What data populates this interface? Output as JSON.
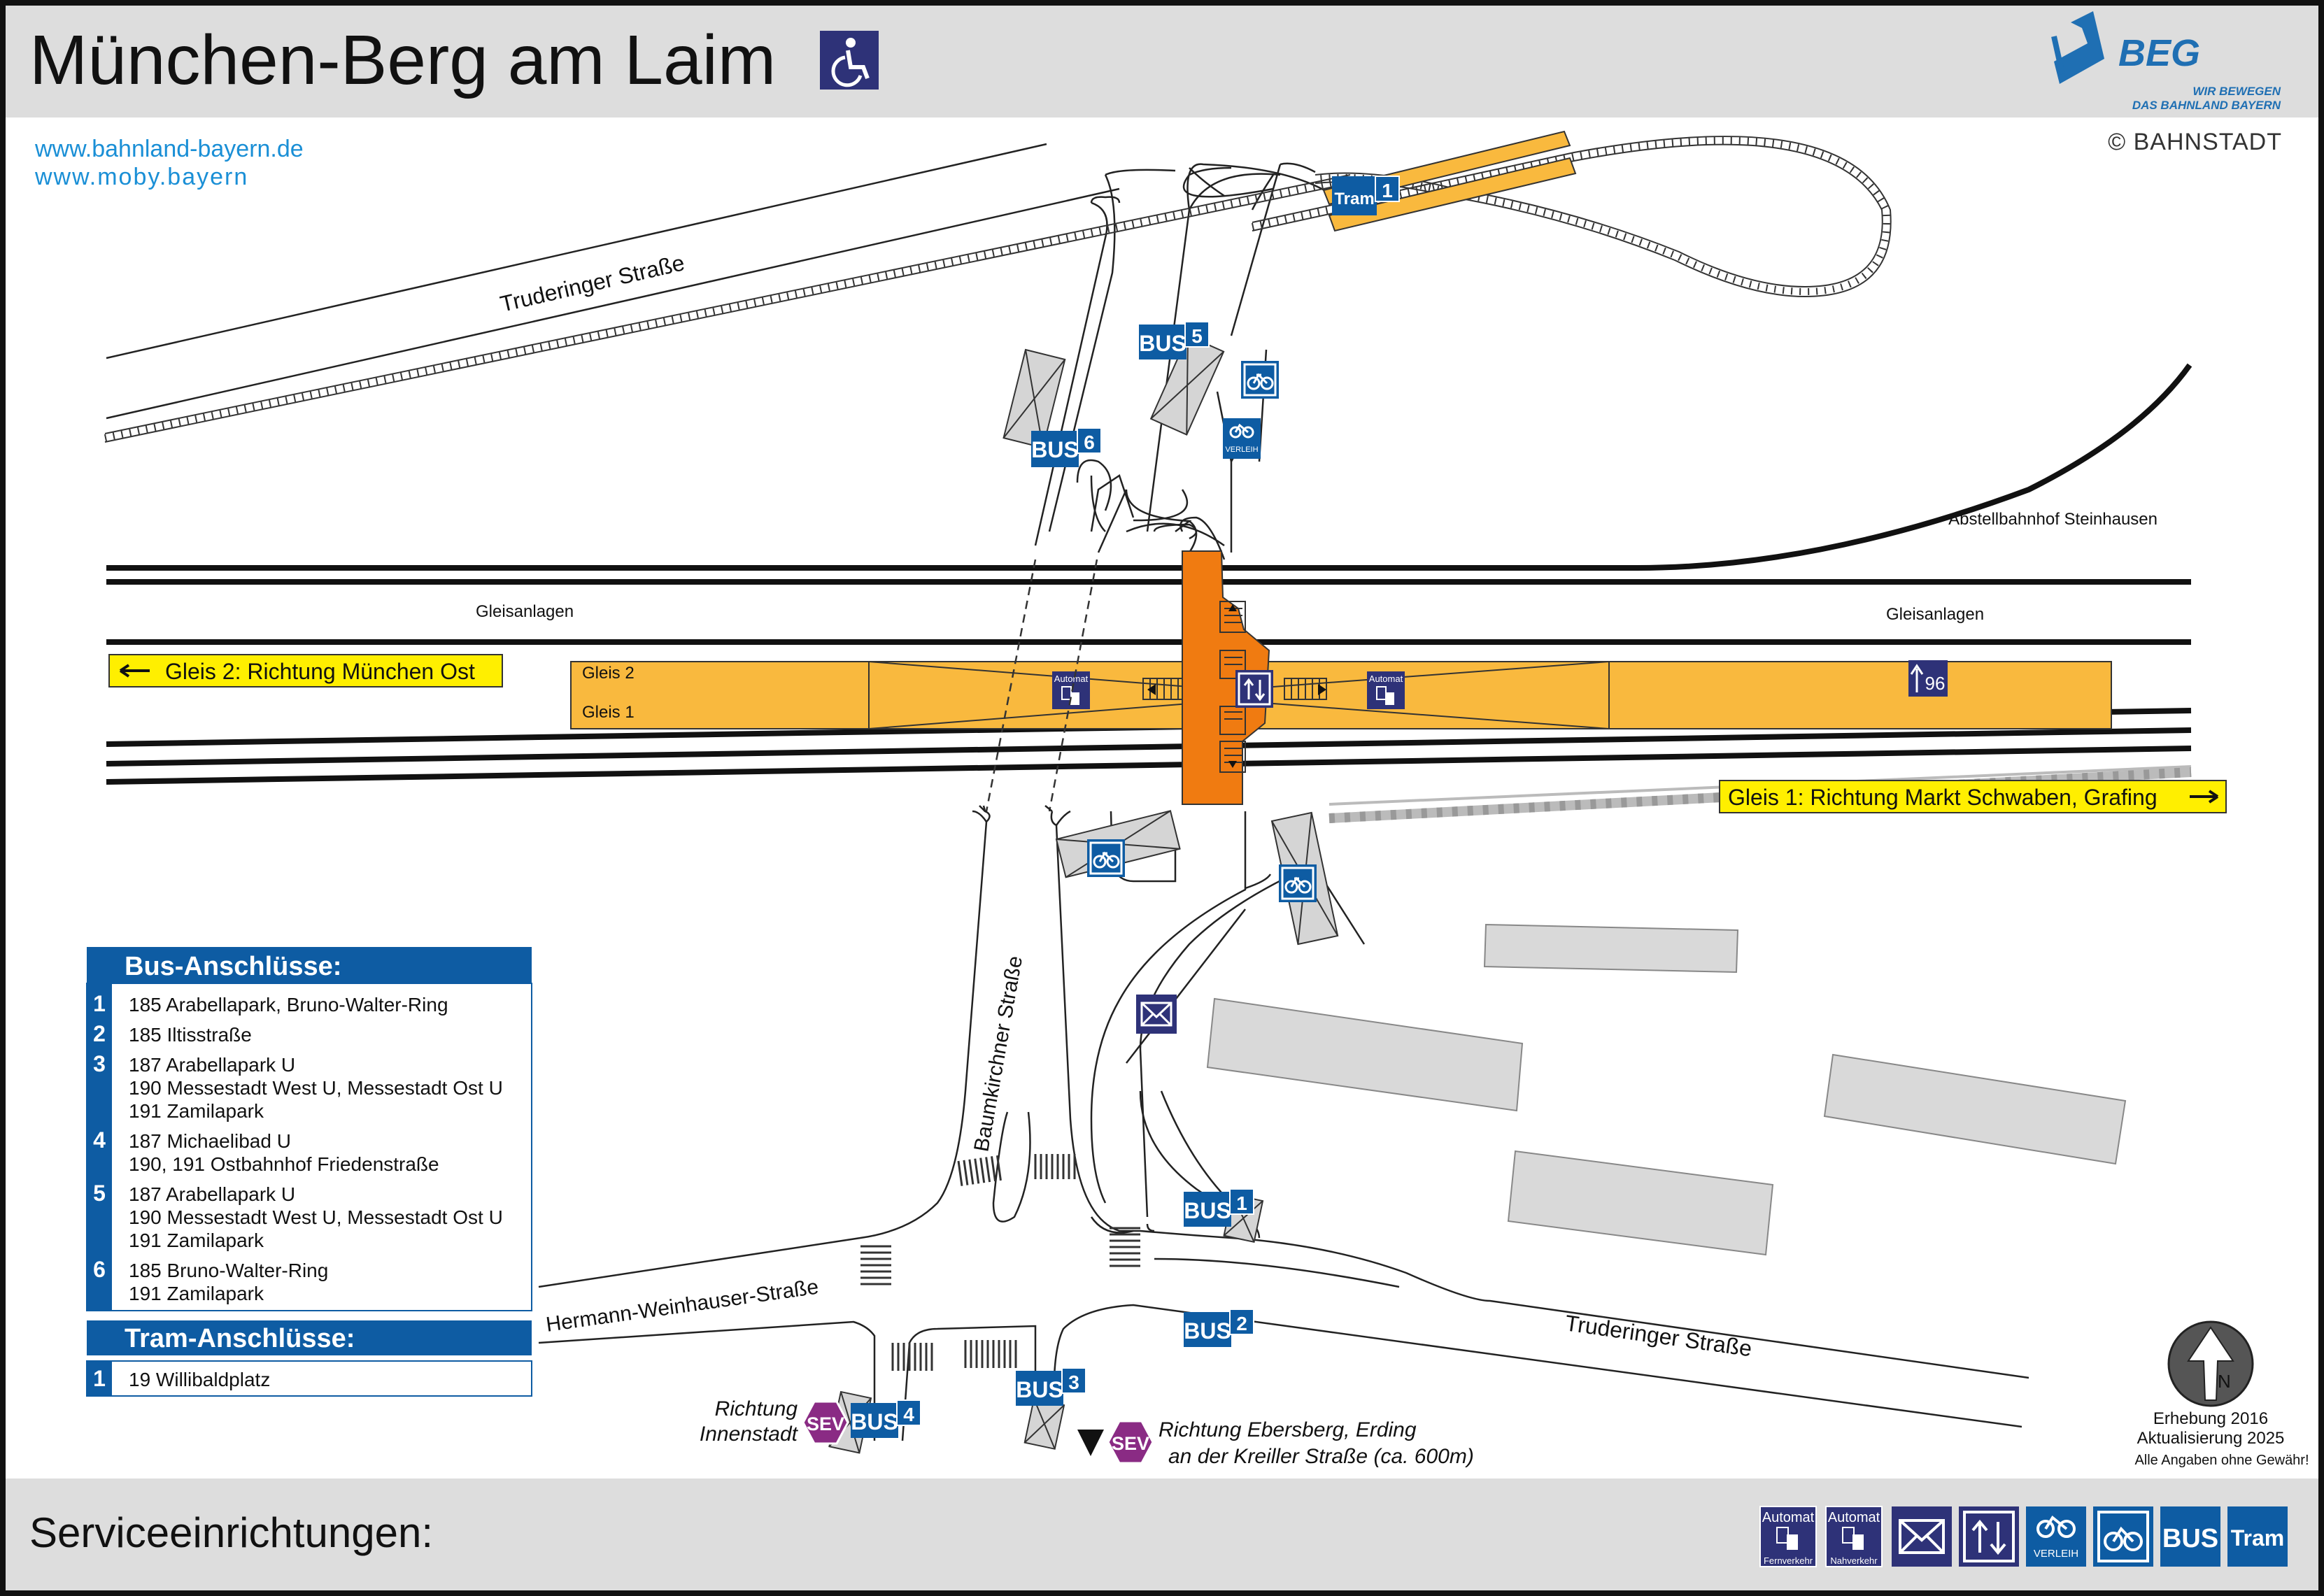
{
  "header": {
    "title": "München-Berg am Laim",
    "links": [
      "www.bahnland-bayern.de",
      "www.moby.bayern"
    ],
    "brand": {
      "name": "BEG",
      "slogan_line1": "WIR BEWEGEN",
      "slogan_line2": "DAS BAHNLAND BAYERN"
    },
    "copyright": "© BAHNSTADT"
  },
  "map": {
    "streets": {
      "truderinger_nw": "Truderinger Straße",
      "truderinger_se": "Truderinger Straße",
      "baumkirchner": "Baumkirchner Straße",
      "hermann": "Hermann-Weinhauser-Straße"
    },
    "areas": {
      "abstell": "Abstellbahnhof Steinhausen",
      "gleis_left": "Gleisanlagen",
      "gleis_right": "Gleisanlagen"
    },
    "platform": {
      "gleis2": "Gleis 2",
      "gleis1": "Gleis 1",
      "exit_number": "96"
    },
    "directions": {
      "gleis2": "Gleis 2: Richtung München Ost",
      "gleis1": "Gleis 1: Richtung Markt Schwaben, Grafing"
    },
    "stops": {
      "bus1": "1",
      "bus2": "2",
      "bus3": "3",
      "bus4": "4",
      "bus5": "5",
      "bus6": "6",
      "tram1": "1"
    },
    "sev_left": {
      "line1": "Richtung",
      "line2": "Innenstadt"
    },
    "sev_right": {
      "line1": "Richtung Ebersberg, Erding",
      "line2": "an der Kreiller Straße (ca. 600m)"
    },
    "labels": {
      "bus": "BUS",
      "tram": "Tram",
      "sev": "SEV",
      "automat": "Automat",
      "verleih": "VERLEIH"
    }
  },
  "bus_panel": {
    "title": "Bus-Anschlüsse:",
    "rows": [
      {
        "num": "1",
        "lines": [
          "185 Arabellapark, Bruno-Walter-Ring"
        ]
      },
      {
        "num": "2",
        "lines": [
          "185 Iltisstraße"
        ]
      },
      {
        "num": "3",
        "lines": [
          "187 Arabellapark U",
          "190 Messestadt West U, Messestadt Ost U",
          "191 Zamilapark"
        ]
      },
      {
        "num": "4",
        "lines": [
          "187 Michaelibad U",
          "190, 191 Ostbahnhof Friedenstraße"
        ]
      },
      {
        "num": "5",
        "lines": [
          "187 Arabellapark U",
          "190 Messestadt West U, Messestadt Ost U",
          "191 Zamilapark"
        ]
      },
      {
        "num": "6",
        "lines": [
          "185 Bruno-Walter-Ring",
          "191 Zamilapark"
        ]
      }
    ]
  },
  "tram_panel": {
    "title": "Tram-Anschlüsse:",
    "rows": [
      {
        "num": "1",
        "lines": [
          "19 Willibaldplatz"
        ]
      }
    ]
  },
  "survey": {
    "line1": "Erhebung 2016",
    "line2": "Aktualisierung 2025",
    "line3": "Alle Angaben ohne Gewähr!",
    "north": "N"
  },
  "footer": {
    "title": "Serviceeinrichtungen:",
    "automat1_sub": "Fernverkehr",
    "automat2_sub": "Nahverkehr"
  },
  "colors": {
    "platform": "#f9b93e",
    "stairs": "#f07b11",
    "blue": "#0e5ca3",
    "navy": "#2e3278",
    "sev": "#8a2b84",
    "yellow": "#ffef00",
    "header_bg": "#dddddd",
    "building": "#d9d9d9"
  }
}
